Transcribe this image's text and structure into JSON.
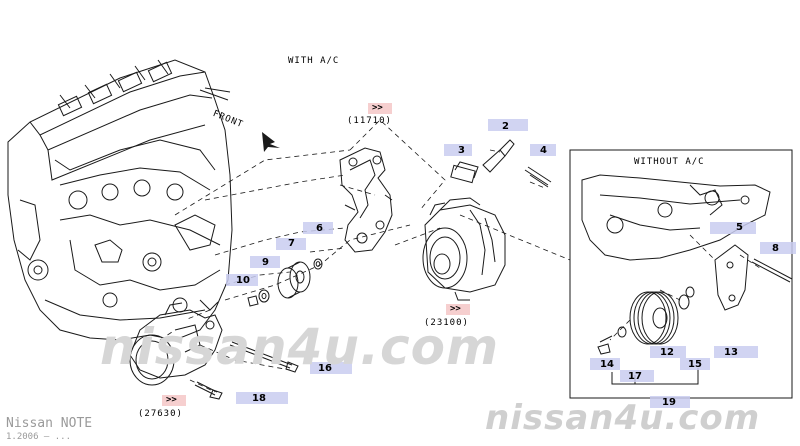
{
  "labels": {
    "with_ac": "WITH A/C",
    "without_ac": "WITHOUT A/C",
    "front": "FRONT"
  },
  "refs": {
    "r11710": "(11710)",
    "r23100": "(23100)",
    "r27630": "(27630)",
    "chev": ">>"
  },
  "callouts": {
    "c2": "2",
    "c3": "3",
    "c4": "4",
    "c5": "5",
    "c6": "6",
    "c7": "7",
    "c8": "8",
    "c9": "9",
    "c10": "10",
    "c12": "12",
    "c13": "13",
    "c14": "14",
    "c15": "15",
    "c16": "16",
    "c17": "17",
    "c18": "18",
    "c19": "19"
  },
  "watermark": {
    "center": "nissan4u.com",
    "bottom": "nissan4u.com"
  },
  "footer": {
    "model": "Nissan NOTE",
    "date": "1.2006 — ..."
  },
  "colors": {
    "highlight_blue": "#c9cdf0",
    "highlight_pink": "#f5c7c7",
    "line": "#1a1a1a",
    "watermark": "#d6d6d6"
  }
}
